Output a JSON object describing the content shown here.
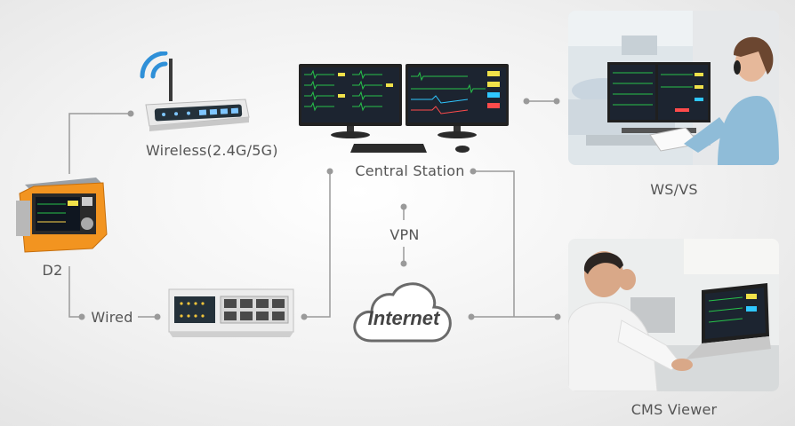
{
  "labels": {
    "wireless": "Wireless(2.4G/5G)",
    "central_station": "Central Station",
    "ws_vs": "WS/VS",
    "vpn": "VPN",
    "internet": "Internet",
    "wired": "Wired",
    "d2": "D2",
    "cms_viewer": "CMS Viewer"
  },
  "colors": {
    "line": "#999999",
    "wifi_arc": "#2f90d8",
    "device_orange": "#f29420",
    "screen_dark": "#1c2430"
  },
  "icons": [
    "wifi-icon",
    "router-icon",
    "monitor-icon",
    "keyboard-icon",
    "switch-icon",
    "cloud-icon",
    "defibrillator-icon"
  ]
}
